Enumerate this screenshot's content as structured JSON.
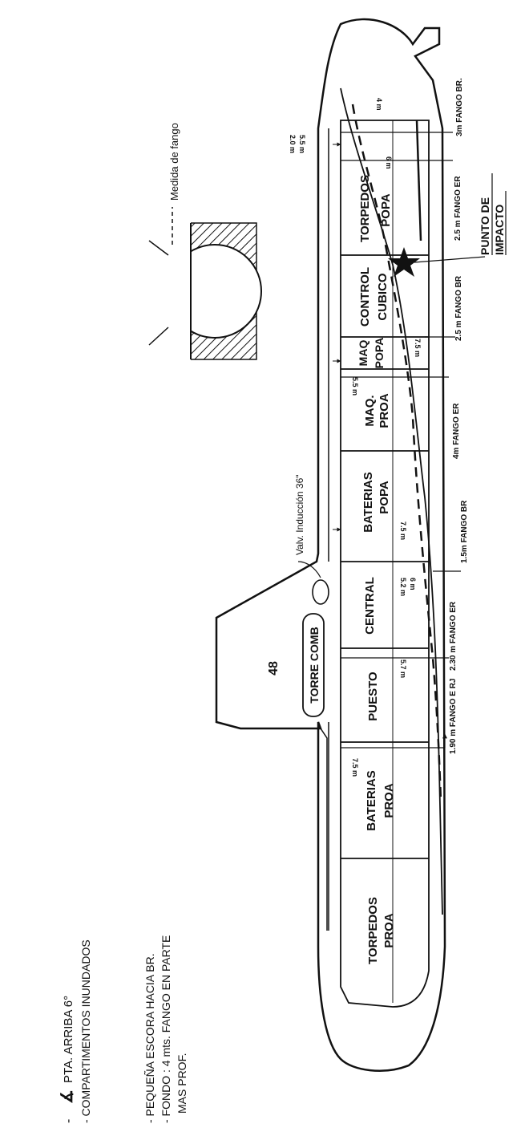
{
  "notes": {
    "line1": "PTA. ARRIBA 6°",
    "line1_prefix": "-",
    "line2": "- COMPARTIMENTOS INUNDADOS",
    "line3": "- PEQUEÑA ESCORA HACIA BR.",
    "line4": "- FONDO : 4 mts. FANGO EN PARTE",
    "line5": "MAS PROF."
  },
  "cross_section": {
    "label": "Medida de fango"
  },
  "compartments": {
    "torpedos_proa": [
      "TORPEDOS",
      "PROA"
    ],
    "baterias_proa": [
      "BATERIAS",
      "PROA"
    ],
    "puesto": "PUESTO",
    "central": "CENTRAL",
    "baterias_popa": [
      "BATERIAS",
      "POPA"
    ],
    "maq_proa": [
      "MAQ.",
      "PROA"
    ],
    "maq_popa": [
      "MAQ",
      "POPA"
    ],
    "control_cubico": [
      "CONTROL",
      "CUBICO"
    ],
    "torpedos_popa": [
      "TORPEDOS",
      "POPA"
    ]
  },
  "tower": {
    "label": "TORRE COMB",
    "number": "48"
  },
  "valve": "Valv. Inducción 36\"",
  "impact": {
    "line1": "PUNTO DE",
    "line2": "IMPACTO"
  },
  "mud": {
    "m1": "1.90 m FANGO E RJ",
    "m2": "2.30 m FANGO ER",
    "m3": "1.5m FANGO BR",
    "m4": "4m FANGO ER",
    "m5": "2.5 m FANGO BR",
    "m6": "2.5 m FANGO ER",
    "m7": "3m FANGO BR."
  },
  "depths": {
    "d1": "7.5 m",
    "d2": "5.7 m",
    "d3": "5.2 m",
    "d4": "6 m",
    "d5": "7.5 m",
    "d6": "5.5 m",
    "d7": "7.5 m",
    "d8": "6 m",
    "d9": "5.5 m",
    "d10": "2.0 m",
    "d11": "4 m"
  }
}
